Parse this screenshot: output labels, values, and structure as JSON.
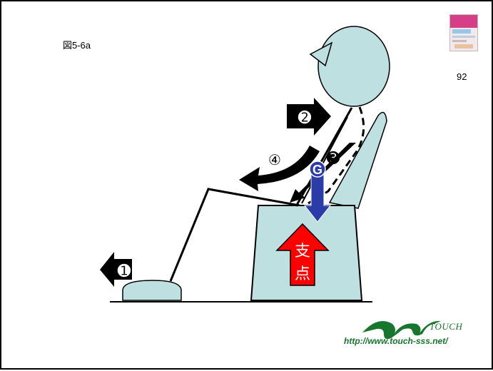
{
  "figure_label": "図5-6a",
  "page_number": "92",
  "markers": {
    "m1": "➊",
    "m2": "➋",
    "m3": "➌",
    "m4": "④",
    "g": "G"
  },
  "fulcrum": {
    "char1": "支",
    "char2": "点"
  },
  "logo": {
    "word": "TOUCH",
    "url": "http://www.touch-sss.net/"
  },
  "colors": {
    "body_fill": "#bfe0e0",
    "fulcrum_arrow": "#ff0000",
    "gravity_arrow": "#2b3ca8",
    "logo_green": "#17762d"
  }
}
